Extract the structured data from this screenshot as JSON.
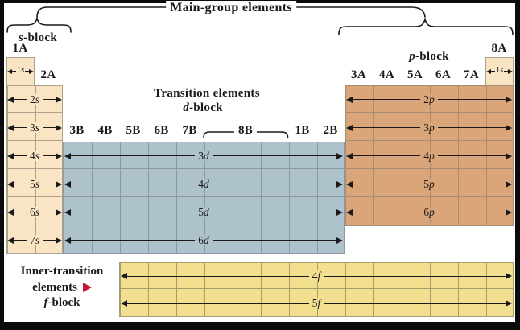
{
  "header": {
    "main_group_label": "Main-group elements"
  },
  "blocks": {
    "s": {
      "label": "s-block",
      "rows": [
        "1s",
        "2s",
        "3s",
        "4s",
        "5s",
        "6s",
        "7s"
      ]
    },
    "d": {
      "heading": "Transition elements",
      "label": "d-block",
      "rows": [
        "3d",
        "4d",
        "5d",
        "6d"
      ]
    },
    "p": {
      "label": "p-block",
      "he_label": "1s",
      "rows": [
        "2p",
        "3p",
        "4p",
        "5p",
        "6p"
      ]
    },
    "f": {
      "label": "f-block",
      "rows": [
        "4f",
        "5f"
      ]
    }
  },
  "group_labels": {
    "s": [
      "1A",
      "2A"
    ],
    "d": [
      "3B",
      "4B",
      "5B",
      "6B",
      "7B",
      "8B",
      "1B",
      "2B"
    ],
    "p": [
      "3A",
      "4A",
      "5A",
      "6A",
      "7A",
      "8A"
    ]
  },
  "caption": {
    "line1": "Inner-transition",
    "line2": "elements"
  },
  "colors": {
    "s_fill": "#F9E4C4",
    "s_grid": "#ACA28E",
    "d_fill": "#AEC2CB",
    "d_grid": "#8A99A3",
    "p_fill": "#DAA578",
    "p_grid": "#A68D72",
    "f_fill": "#F2DF90",
    "f_grid": "#A79E6E",
    "line": "#1A1A1A",
    "accent": "#C41333",
    "frame": "#0B0B0B",
    "panel": "#FFFFFF"
  }
}
